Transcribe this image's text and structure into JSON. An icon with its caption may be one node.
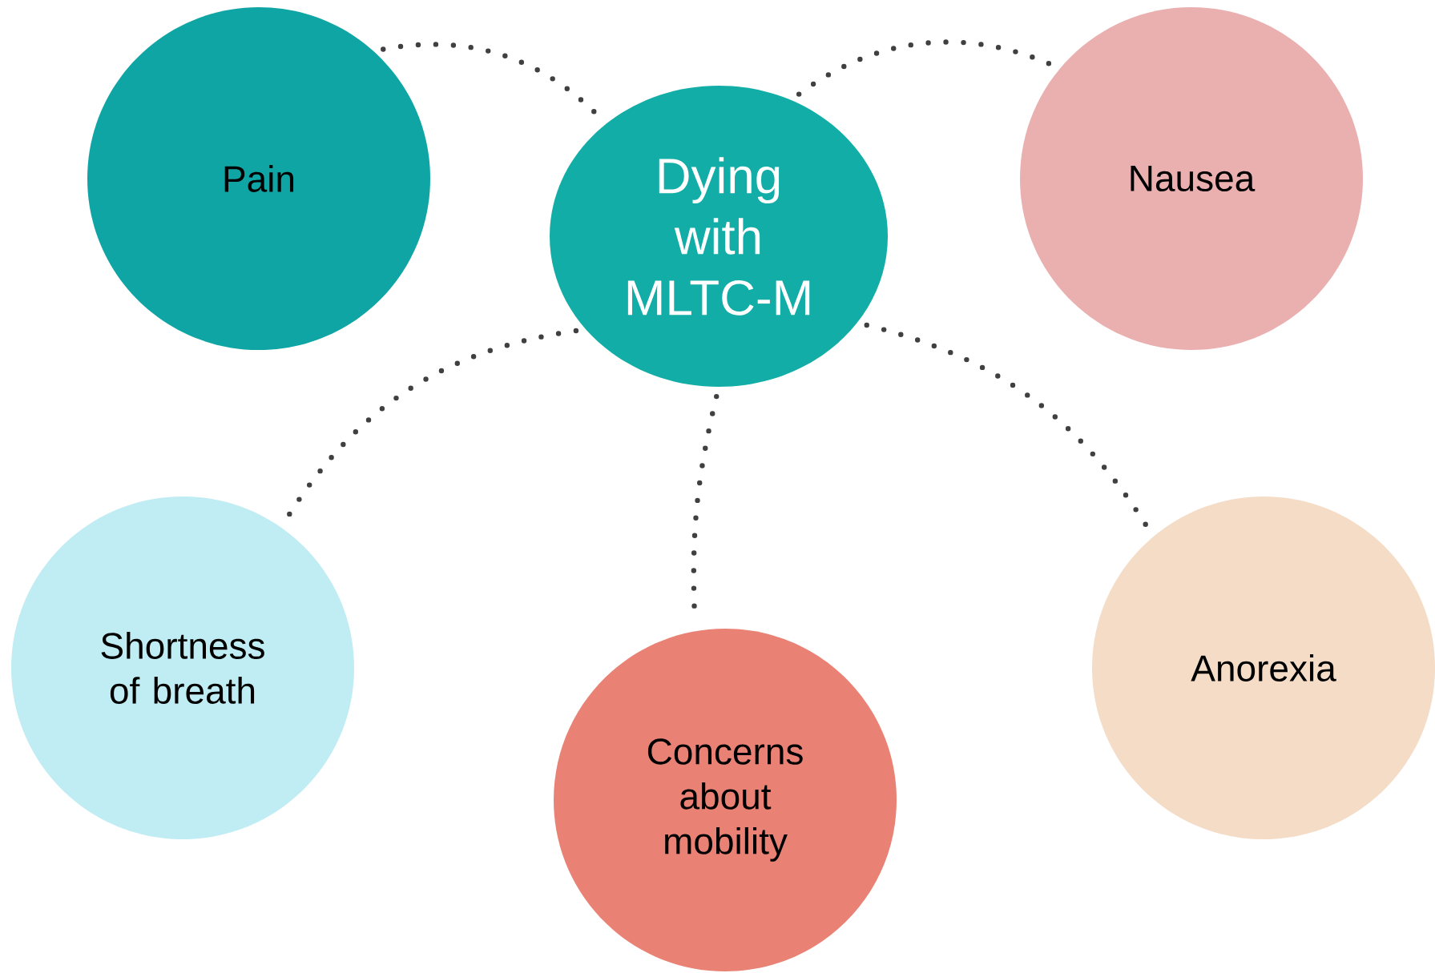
{
  "diagram": {
    "nodes": [
      {
        "text": [
          "Pain"
        ]
      },
      {
        "text": [
          "Dying with MLTC-M"
        ]
      },
      {
        "text": [
          "Nausea"
        ]
      },
      {
        "text": [
          "Shortness of breath"
        ]
      },
      {
        "text": [
          "Concerns about mobility"
        ]
      },
      {
        "text": [
          "Anorexia"
        ]
      }
    ],
    "edges": [
      {
        "from": 0,
        "to": 1,
        "arrow": "none"
      },
      {
        "from": 1,
        "to": 2,
        "arrow": "none"
      },
      {
        "from": 1,
        "to": 3,
        "arrow": "none"
      },
      {
        "from": 1,
        "to": 4,
        "arrow": "none"
      },
      {
        "from": 1,
        "to": 5,
        "arrow": "none"
      }
    ]
  }
}
